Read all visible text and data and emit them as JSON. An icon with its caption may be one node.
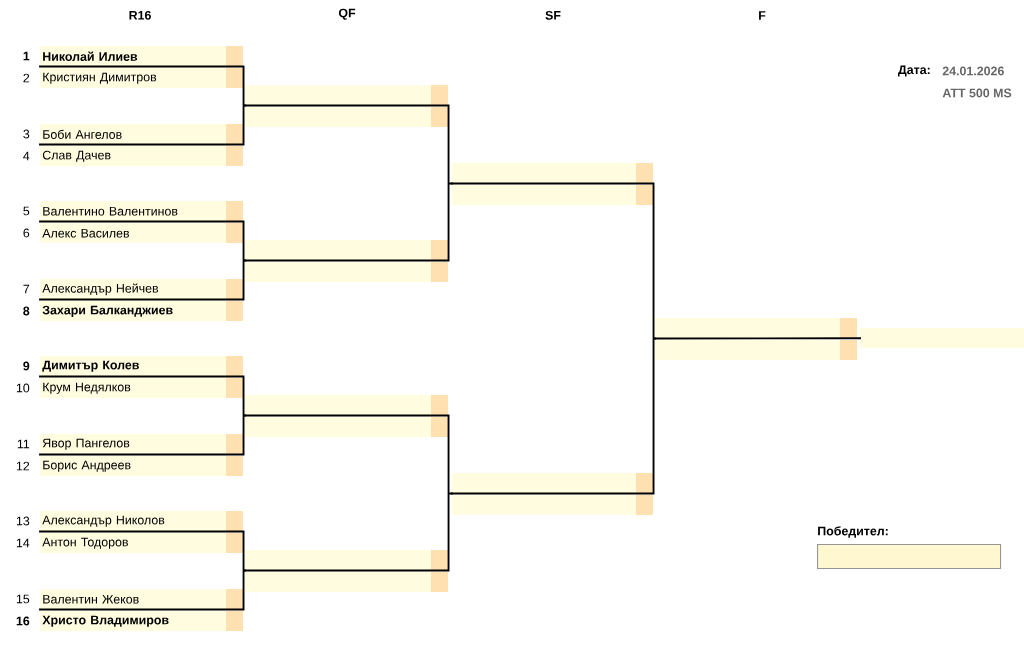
{
  "diagram": {
    "nodes": [
      {
        "text": [
          "Николай Илиев"
        ],
        "beside": [
          "1"
        ]
      },
      {
        "text": [
          "Кристиян Димитров"
        ],
        "beside": [
          "2"
        ]
      },
      {
        "text": [
          "Боби Ангелов"
        ],
        "beside": [
          "3"
        ]
      },
      {
        "text": [
          "Слав Дачев"
        ],
        "beside": [
          "4"
        ]
      },
      {
        "text": [
          "Валентино Валентинов"
        ],
        "beside": [
          "5"
        ]
      },
      {
        "text": [
          "Алекс Василев"
        ],
        "beside": [
          "6"
        ]
      },
      {
        "text": [
          "Александър Нейчев"
        ],
        "beside": [
          "7"
        ]
      },
      {
        "text": [
          "Захари Балканджиев"
        ],
        "beside": [
          "8"
        ]
      },
      {
        "text": [
          "Димитър Колев"
        ],
        "beside": [
          "9"
        ]
      },
      {
        "text": [
          "Крум Недялков"
        ],
        "beside": [
          "10"
        ]
      },
      {
        "text": [
          "Явор Пангелов"
        ],
        "beside": [
          "11"
        ]
      },
      {
        "text": [
          "Борис Андреев"
        ],
        "beside": [
          "12"
        ]
      },
      {
        "text": [
          "Александър Николов"
        ],
        "beside": [
          "13"
        ]
      },
      {
        "text": [
          "Антон Тодоров"
        ],
        "beside": [
          "14"
        ]
      },
      {
        "text": [
          "Валентин Жеков"
        ],
        "beside": [
          "15"
        ]
      },
      {
        "text": [
          "Христо Владимиров"
        ],
        "beside": [
          "16"
        ]
      },
      {
        "text": [],
        "shape": "bar"
      },
      {
        "text": [],
        "shape": "bar"
      },
      {
        "text": [],
        "shape": "bar"
      },
      {
        "text": [],
        "shape": "bar"
      },
      {
        "text": [],
        "shape": "bar"
      },
      {
        "text": [],
        "shape": "bar"
      },
      {
        "text": [],
        "shape": "bar"
      },
      {
        "text": [],
        "shape": "bar"
      },
      {
        "text": [],
        "shape": "bar"
      },
      {
        "text": [],
        "shape": "bar"
      },
      {
        "text": [],
        "shape": "bar"
      },
      {
        "text": [],
        "shape": "bar"
      },
      {
        "text": [],
        "shape": "bar"
      },
      {
        "text": [],
        "shape": "bar"
      },
      {
        "text": [],
        "shape": "bar"
      },
      {
        "text": [
          "Победител:"
        ]
      }
    ],
    "edges": [
      {
        "from": 0,
        "to": 16,
        "arrow": "none"
      },
      {
        "from": 2,
        "to": 16,
        "arrow": "none"
      },
      {
        "from": 4,
        "to": 18,
        "arrow": "none"
      },
      {
        "from": 6,
        "to": 18,
        "arrow": "none"
      },
      {
        "from": 8,
        "to": 20,
        "arrow": "none"
      },
      {
        "from": 10,
        "to": 20,
        "arrow": "none"
      },
      {
        "from": 12,
        "to": 22,
        "arrow": "none"
      },
      {
        "from": 14,
        "to": 22,
        "arrow": "none"
      },
      {
        "from": 16,
        "to": 24,
        "arrow": "none"
      },
      {
        "from": 18,
        "to": 24,
        "arrow": "none"
      },
      {
        "from": 20,
        "to": 26,
        "arrow": "none"
      },
      {
        "from": 22,
        "to": 26,
        "arrow": "none"
      },
      {
        "from": 24,
        "to": 28,
        "arrow": "none"
      },
      {
        "from": 26,
        "to": 28,
        "arrow": "none"
      },
      {
        "from": 28,
        "to": 30,
        "arrow": "none"
      }
    ],
    "labels": [
      "R16",
      "QF",
      "SF",
      "F",
      "Дата:",
      "24.01.2026",
      "ATT 500 MS"
    ]
  }
}
